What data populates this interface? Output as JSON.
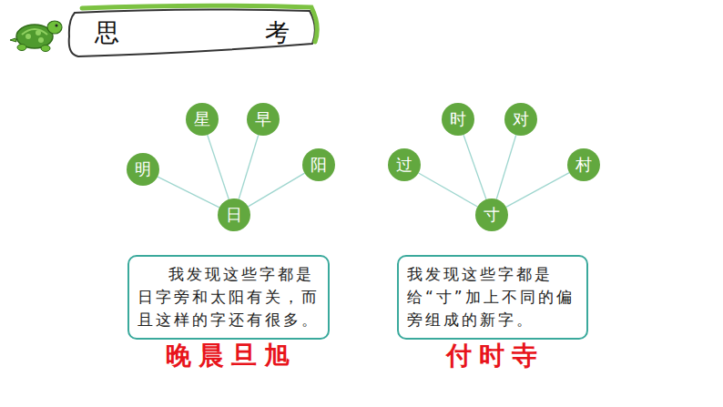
{
  "diagram": {
    "title": "思考",
    "nodes": [
      {
        "text": [
          "星"
        ]
      },
      {
        "text": [
          "早"
        ]
      },
      {
        "text": [
          "明"
        ]
      },
      {
        "text": [
          "阳"
        ]
      },
      {
        "text": [
          "日"
        ]
      },
      {
        "text": [
          "我发现这些字都是日字旁和太阳有关，而且这样的字还有很多。"
        ]
      },
      {
        "text": [
          "时"
        ]
      },
      {
        "text": [
          "对"
        ]
      },
      {
        "text": [
          "过"
        ]
      },
      {
        "text": [
          "村"
        ]
      },
      {
        "text": [
          "寸"
        ]
      },
      {
        "text": [
          "我发现这些字都是给“寸”加上不同的偏旁组成的新字。"
        ]
      }
    ],
    "edges": [
      {
        "from": 4,
        "to": 2,
        "arrow": "none"
      },
      {
        "from": 4,
        "to": 0,
        "arrow": "none"
      },
      {
        "from": 4,
        "to": 1,
        "arrow": "none"
      },
      {
        "from": 4,
        "to": 3,
        "arrow": "none"
      },
      {
        "from": 10,
        "to": 8,
        "arrow": "none"
      },
      {
        "from": 10,
        "to": 6,
        "arrow": "none"
      },
      {
        "from": 10,
        "to": 7,
        "arrow": "none"
      },
      {
        "from": 10,
        "to": 9,
        "arrow": "none"
      }
    ],
    "labels": [
      "晚晨旦旭",
      "付时寺"
    ]
  }
}
